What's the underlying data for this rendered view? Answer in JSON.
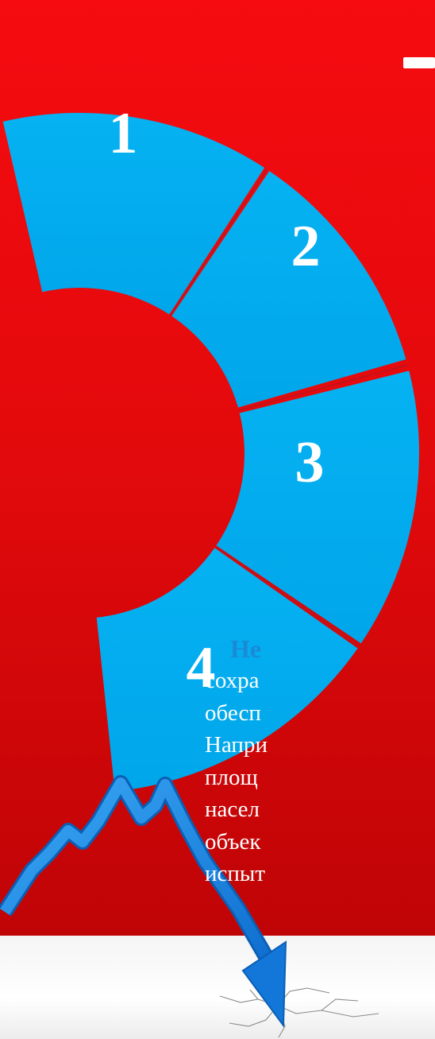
{
  "segments": [
    {
      "number": "1"
    },
    {
      "number": "2"
    },
    {
      "number": "3"
    },
    {
      "number": "4"
    }
  ],
  "colors": {
    "background_top": "#f50b10",
    "background_bottom": "#b80406",
    "segment_fill": "#02adef",
    "separator": "#c0141c",
    "body_text": "#ffffff",
    "lead_text": "#1a8ad6",
    "arrow": "#1e90e6",
    "floor": "#f4f4f4"
  },
  "text": {
    "lead_fragment": "Не",
    "lines": [
      "сохра",
      "обесп",
      "Напри",
      "площ",
      "насел",
      "объек",
      "испыт"
    ]
  },
  "icons": [
    "trend-down-arrow-icon",
    "ground-crack-icon"
  ]
}
